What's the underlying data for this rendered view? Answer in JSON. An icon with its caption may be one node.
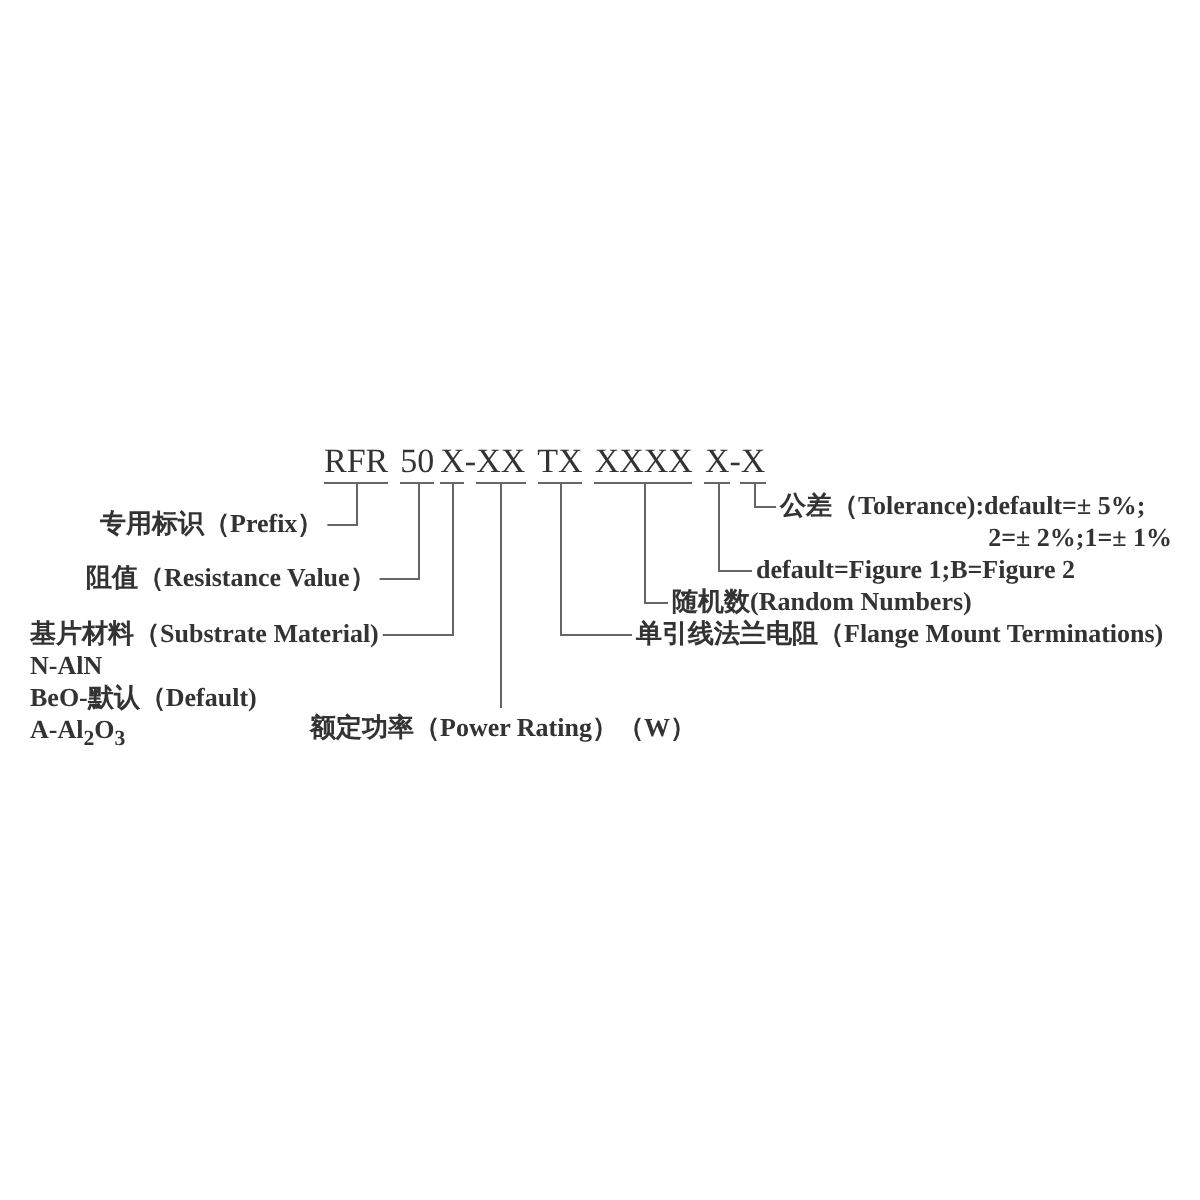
{
  "diagram": {
    "nodes": [
      {
        "text": [
          "RFR"
        ]
      },
      {
        "text": [
          "50"
        ]
      },
      {
        "text": [
          "X"
        ]
      },
      {
        "text": [
          "XX"
        ]
      },
      {
        "text": [
          "TX"
        ]
      },
      {
        "text": [
          "XXXX"
        ]
      },
      {
        "text": [
          "X"
        ]
      },
      {
        "text": [
          "X"
        ]
      },
      {
        "text": [
          "公差（Tolerance):default=± 5%; 2=± 2%;1=± 1%"
        ]
      },
      {
        "text": [
          "专用标识（Prefix）"
        ]
      },
      {
        "text": [
          "default=Figure 1;B=Figure 2"
        ]
      },
      {
        "text": [
          "阻值（Resistance Value）"
        ]
      },
      {
        "text": [
          "随机数(Random Numbers)"
        ]
      },
      {
        "text": [
          "基片材料（Substrate Material)",
          "N-AlN",
          "BeO-默认（Default)",
          "A-Al$_{2}$O$_{3}$"
        ]
      },
      {
        "text": [
          "单引线法兰电阻（Flange Mount Terminations)"
        ]
      },
      {
        "text": [
          "额定功率（Power Rating）（W）"
        ]
      }
    ],
    "edges": [
      {
        "from": 0,
        "to": 9,
        "arrow": "none"
      },
      {
        "from": 1,
        "to": 11,
        "arrow": "none"
      },
      {
        "from": 2,
        "to": 13,
        "arrow": "none"
      },
      {
        "from": 3,
        "to": 15,
        "arrow": "none"
      },
      {
        "from": 4,
        "to": 14,
        "arrow": "none"
      },
      {
        "from": 5,
        "to": 12,
        "arrow": "none"
      },
      {
        "from": 6,
        "to": 10,
        "arrow": "none"
      },
      {
        "from": 7,
        "to": 8,
        "arrow": "none"
      }
    ],
    "labels": [
      "-",
      "-"
    ]
  }
}
